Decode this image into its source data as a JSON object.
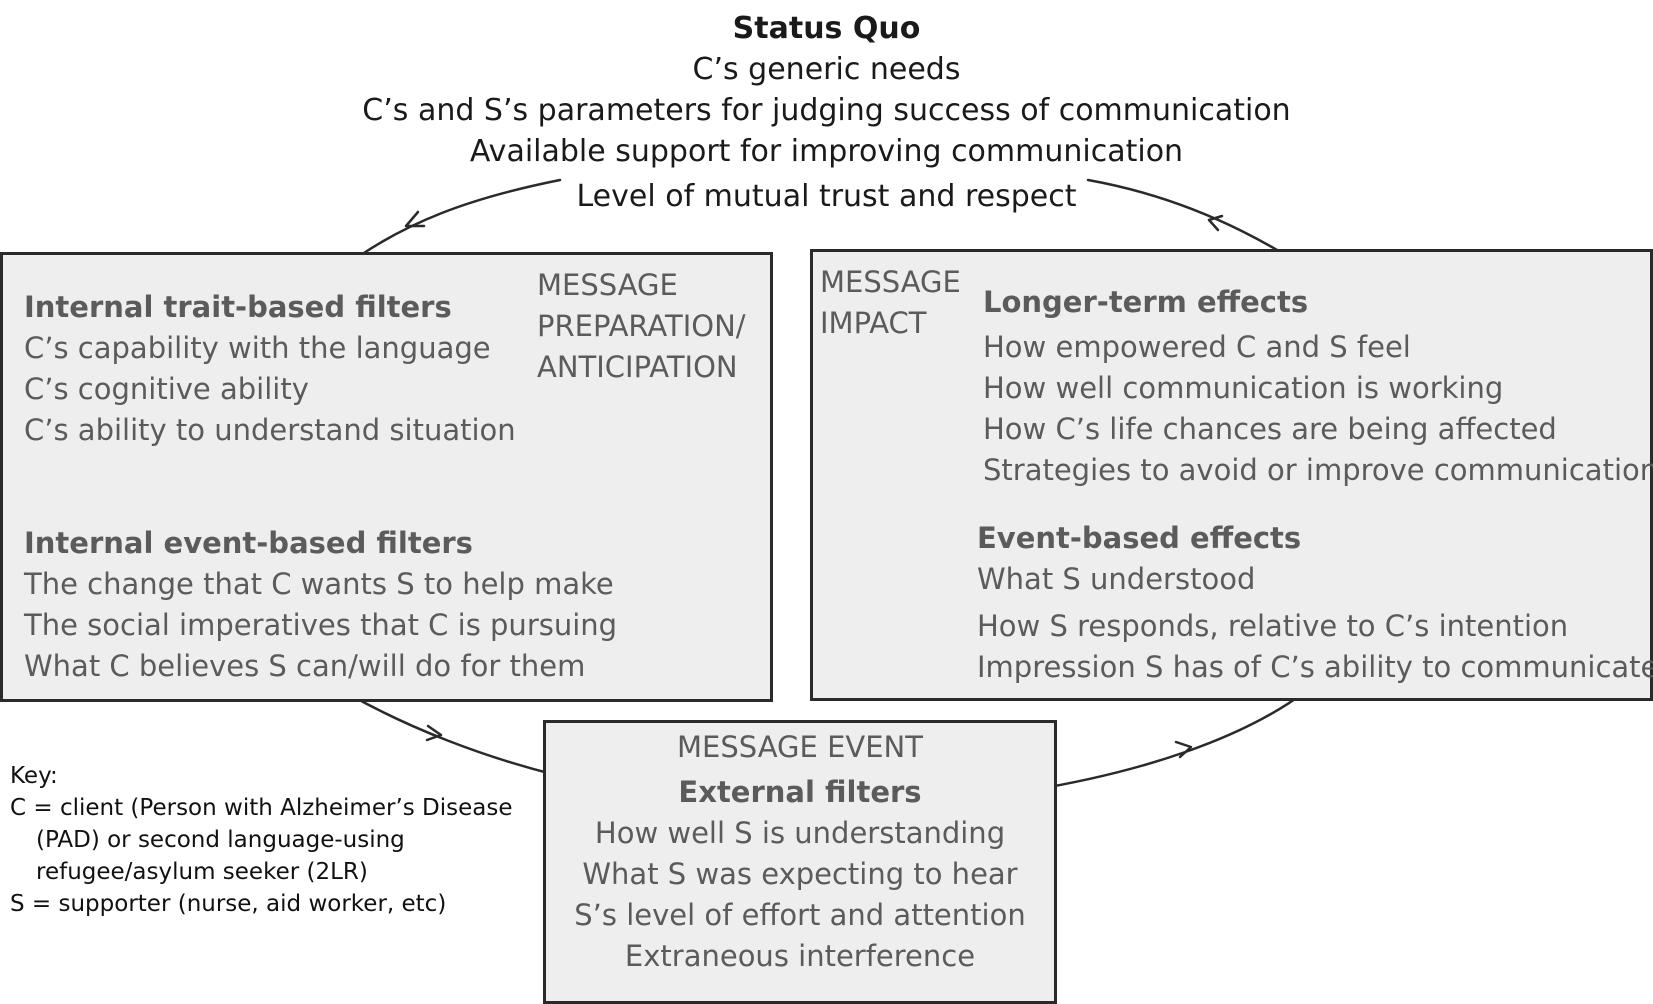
{
  "status_quo": {
    "title": "Status Quo",
    "lines": [
      "C’s generic needs",
      "C’s and S’s parameters for judging success of communication",
      "Available support for improving communication",
      "Level of mutual trust and respect"
    ]
  },
  "preparation": {
    "label": [
      "MESSAGE",
      "PREPARATION/",
      "ANTICIPATION"
    ],
    "trait_heading": "Internal trait-based filters",
    "trait_items": [
      "C’s capability with the language",
      "C’s cognitive ability",
      "C’s ability to understand situation"
    ],
    "event_heading": "Internal event-based filters",
    "event_items": [
      "The change that C wants S to help make",
      "The social imperatives that C is pursuing",
      "What C believes S can/will do for them"
    ]
  },
  "impact": {
    "label": [
      "MESSAGE",
      "IMPACT"
    ],
    "longer_heading": "Longer-term effects",
    "longer_items": [
      "How empowered C and S feel",
      "How well communication is working",
      "How C’s life chances are being affected",
      "Strategies to avoid or improve communication"
    ],
    "event_heading": "Event-based effects",
    "event_items": [
      "What S understood",
      "How S responds, relative to C’s intention",
      "Impression S has of C’s ability to communicate"
    ]
  },
  "event": {
    "label": "MESSAGE EVENT",
    "heading": "External filters",
    "items": [
      "How well S is understanding",
      "What S was expecting to hear",
      "S’s level of effort and attention",
      "Extraneous interference"
    ]
  },
  "key": {
    "title": "Key:",
    "lines": [
      "C = client (Person with Alzheimer’s Disease",
      "(PAD) or second language-using",
      "refugee/asylum seeker (2LR)",
      "S = supporter (nurse, aid worker, etc)"
    ]
  }
}
